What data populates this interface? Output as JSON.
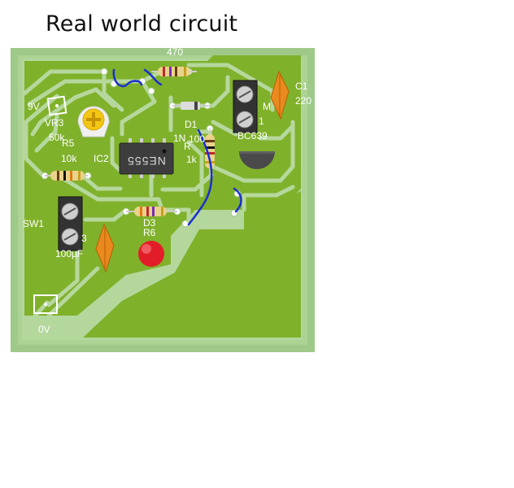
{
  "title": "Real world circuit",
  "colors": {
    "board": "#a7cf8a",
    "copper": "#7fb01e",
    "trace": "#b9d99a",
    "wire": "#1a2fd0",
    "resistor_body": "#e8d28a",
    "capacitor": "#e8891e",
    "led": "#e8202a",
    "chip": "#3c3c3c"
  },
  "labels": {
    "r470": "470",
    "nine_v": "9V",
    "vr3": "VR3",
    "k50": "50k",
    "r5": "R5",
    "k10": "10k",
    "ic2": "IC2",
    "chip": "NE555",
    "d1": "D1",
    "n1": "1N",
    "n100": "100",
    "r1": "R",
    "k1": "1k",
    "m": "M",
    "one": "1",
    "bc639": "BC639",
    "c1": "C1",
    "c220": "220",
    "sw1": "SW1",
    "three": "3",
    "uf100": "100µF",
    "d3": "D3",
    "r6": "R6",
    "zero_v": "0V"
  }
}
